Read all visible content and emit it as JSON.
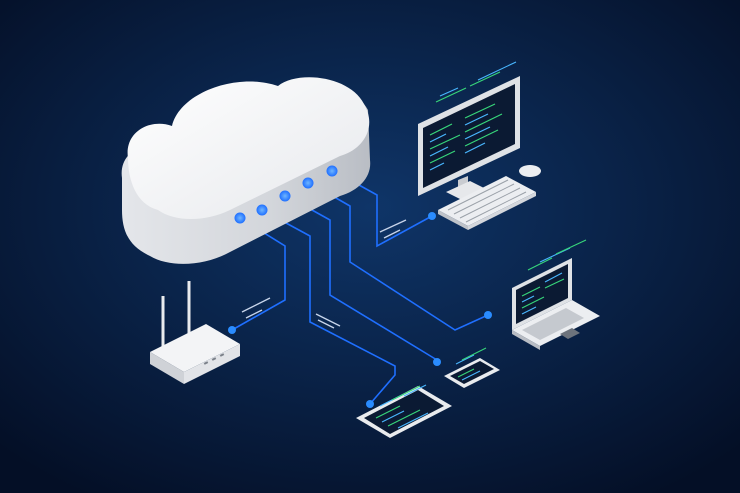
{
  "scene": {
    "subject": "cloud-computing-isometric-illustration",
    "devices": [
      "cloud",
      "desktop-monitor",
      "keyboard",
      "mouse",
      "laptop",
      "router",
      "tablet",
      "smartphone"
    ],
    "connection_count": 5
  },
  "colors": {
    "background_center": "#0f3568",
    "background_edge": "#040f26",
    "cloud_top": "#f4f5f7",
    "cloud_side": "#d6d8dd",
    "connector": "#1f6fff",
    "connector_glow": "#2a8cff",
    "screen": "#0b1a33",
    "code_green": "#37d67a",
    "code_blue": "#49b6ff",
    "device_body": "#e9ebee",
    "device_shadow": "#b9bcc2"
  }
}
